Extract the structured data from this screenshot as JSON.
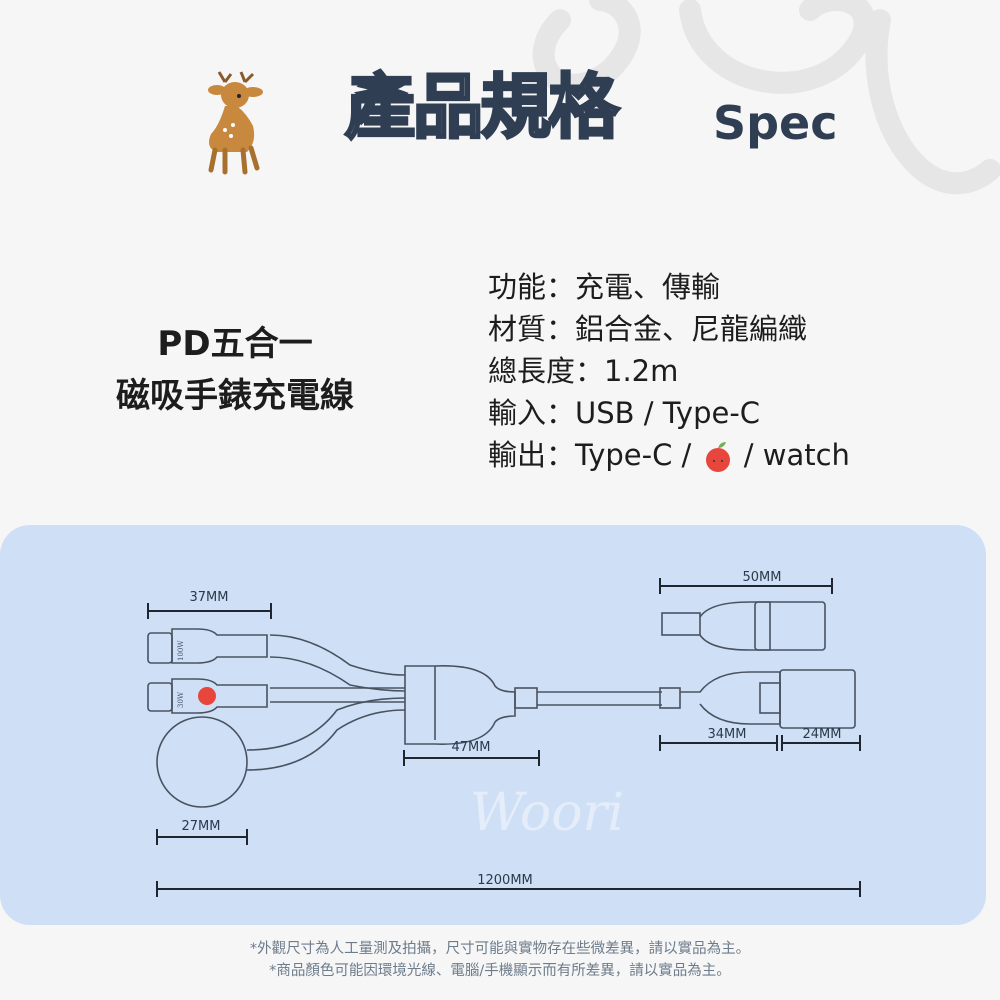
{
  "header": {
    "title": "產品規格",
    "subtitle": "Spec",
    "mascot_icon": "deer-icon"
  },
  "product_name": {
    "line1": "PD五合一",
    "line2": "磁吸手錶充電線"
  },
  "specs": [
    {
      "text": "功能：充電、傳輸"
    },
    {
      "text": "材質：鋁合金、尼龍編織"
    },
    {
      "text": "總長度：1.2m"
    },
    {
      "text": "輸入：USB / Type-C"
    },
    {
      "text_before": "輸出：Type-C / ",
      "icon": "apple-icon",
      "text_after": " / watch"
    }
  ],
  "diagram": {
    "dimensions": {
      "usb_c_head": "37MM",
      "splitter": "47MM",
      "watch_pad": "27MM",
      "usb_a_adapter": "50MM",
      "type_c_head": "34MM",
      "adapter_tip": "24MM",
      "total_length": "1200MM"
    },
    "connector_labels": {
      "c_100w": "100W",
      "c_30w": "30W"
    },
    "watermark": "Woori",
    "panel_color": "#cfe0f6"
  },
  "notes": [
    "*外觀尺寸為人工量測及拍攝，尺寸可能與實物存在些微差異，請以實品為主。",
    "*商品顏色可能因環境光線、電腦/手機顯示而有所差異，請以實品為主。"
  ]
}
